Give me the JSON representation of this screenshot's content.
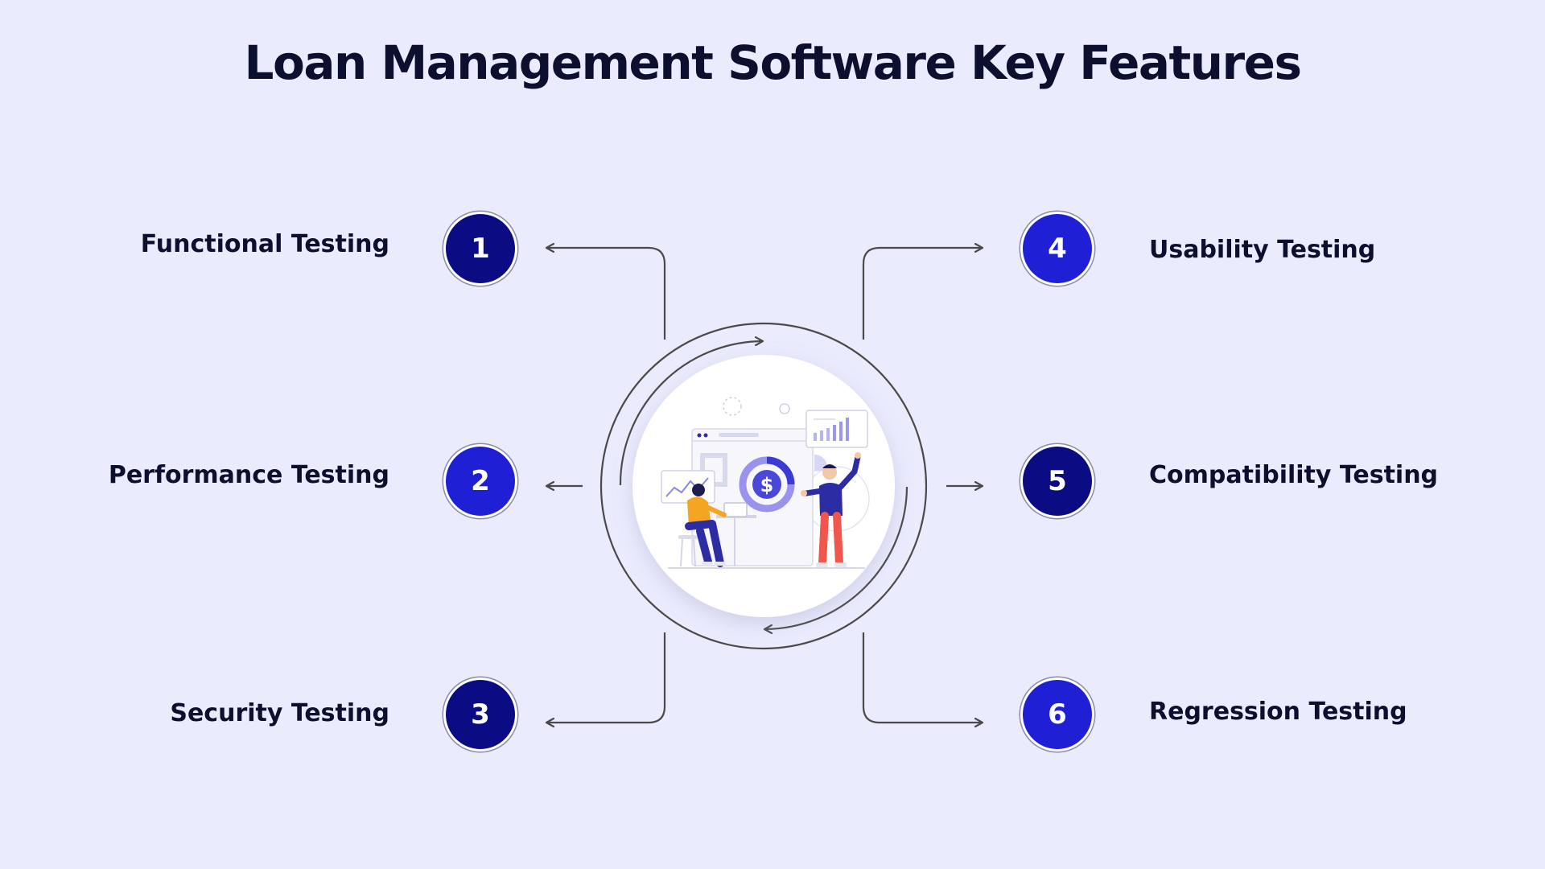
{
  "title": "Loan Management Software Key Features",
  "colors": {
    "background": "#eaebfd",
    "badge_dark": "#0b0b84",
    "badge_bright": "#1f1fd6",
    "connector": "#4a4a4a",
    "text": "#0c0f2e"
  },
  "features": [
    {
      "number": "1",
      "label": "Functional Testing"
    },
    {
      "number": "2",
      "label": "Performance Testing"
    },
    {
      "number": "3",
      "label": "Security Testing"
    },
    {
      "number": "4",
      "label": "Usability Testing"
    },
    {
      "number": "5",
      "label": "Compatibility Testing"
    },
    {
      "number": "6",
      "label": "Regression Testing"
    }
  ],
  "center_illustration": {
    "description_icon": "dollar-coin-icon",
    "symbol": "$"
  }
}
